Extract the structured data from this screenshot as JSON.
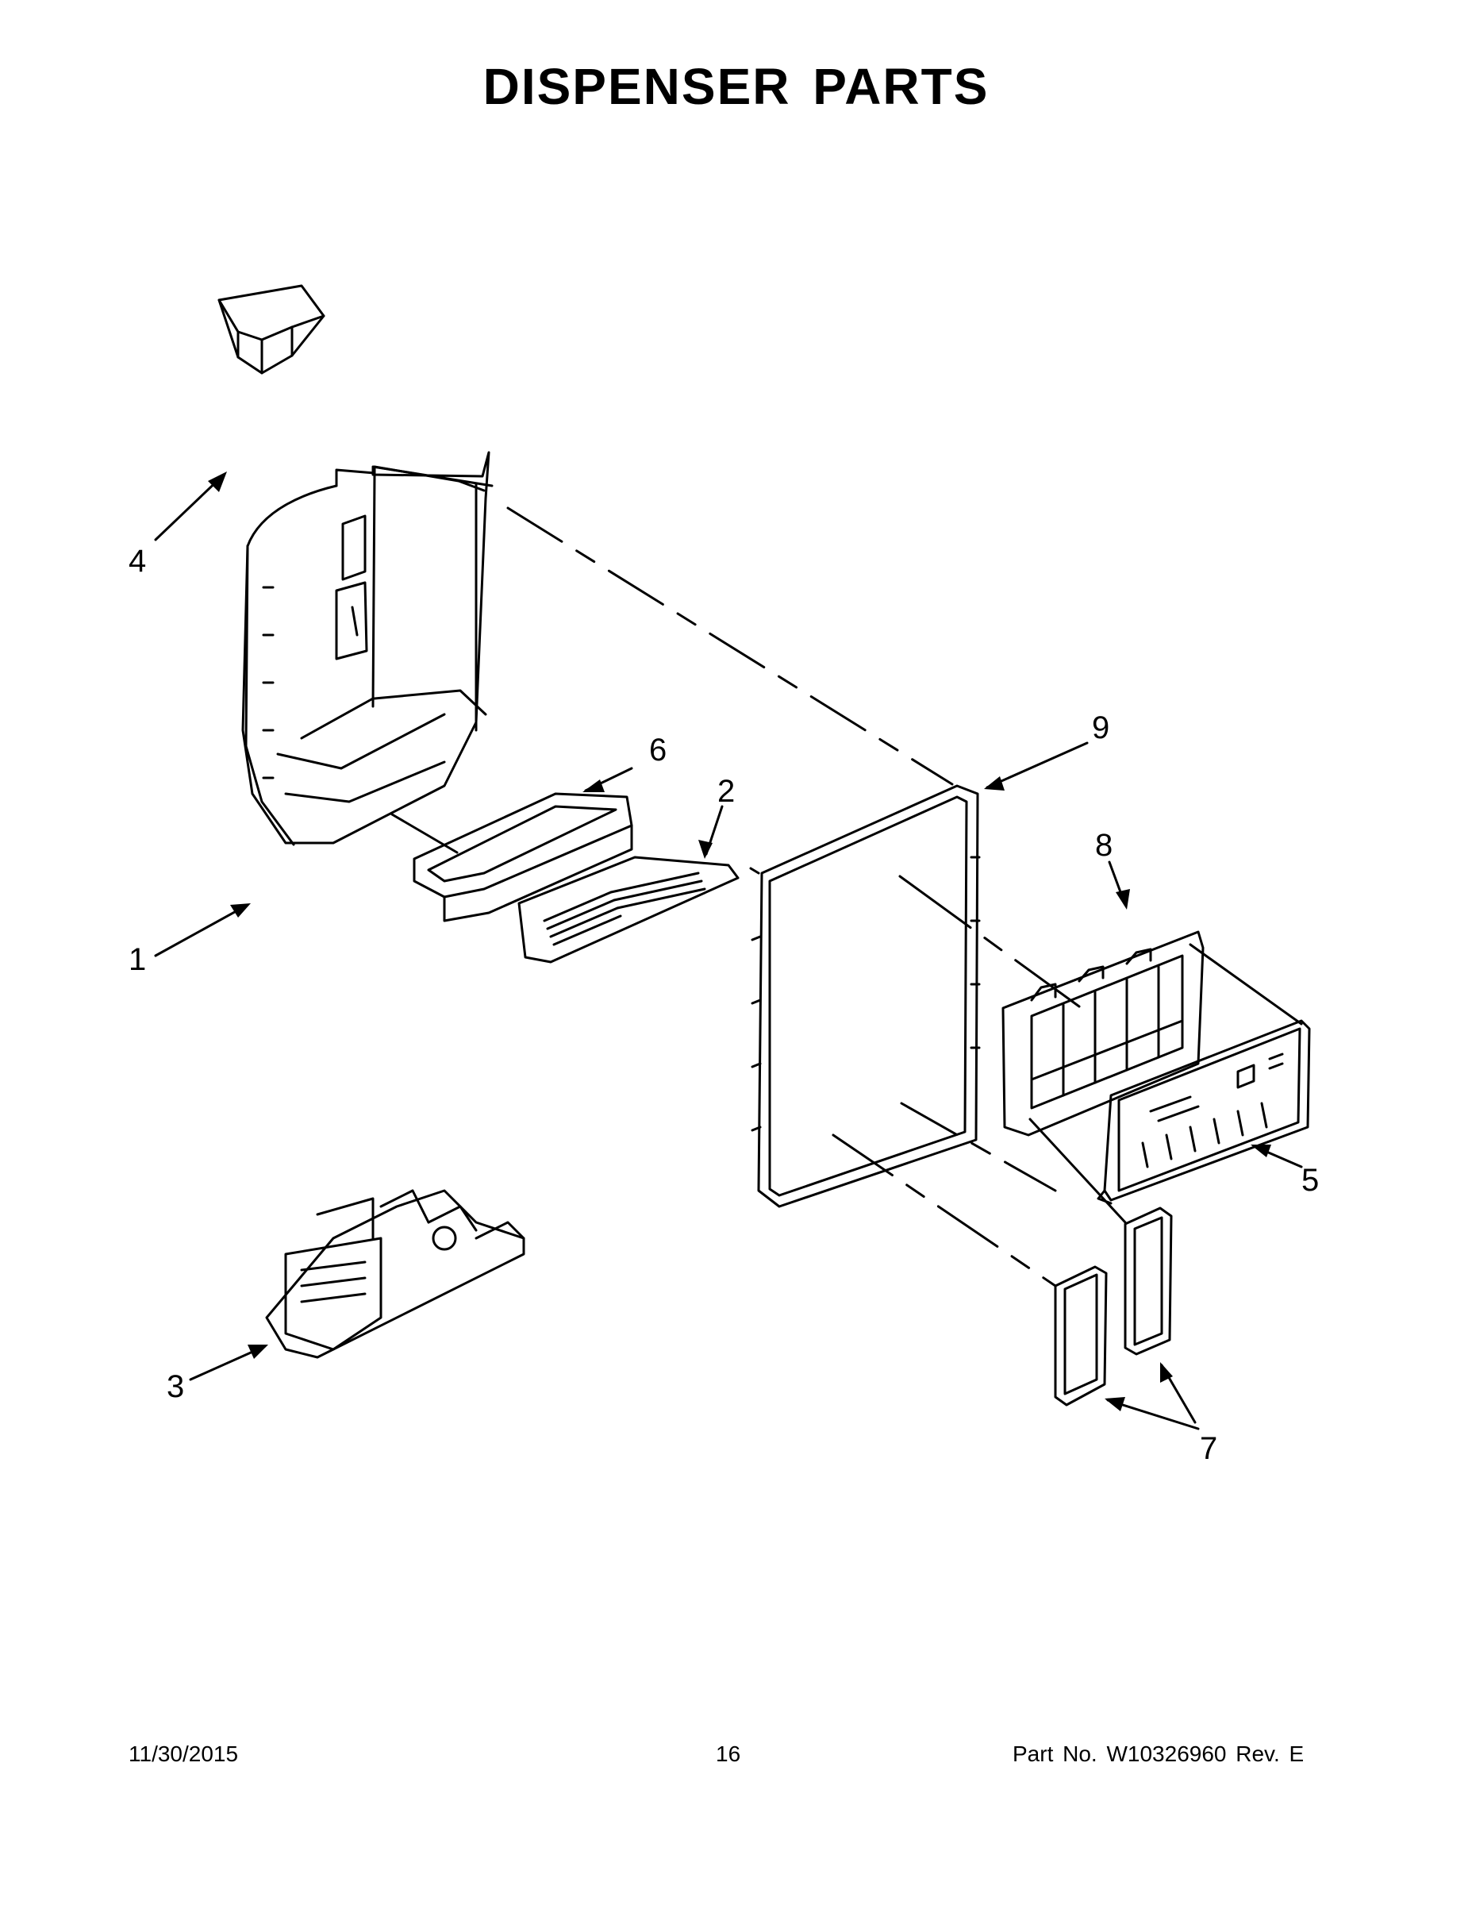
{
  "title": "DISPENSER PARTS",
  "callouts": [
    "1",
    "2",
    "3",
    "4",
    "5",
    "6",
    "7",
    "8",
    "9"
  ],
  "footer": {
    "date": "11/30/2015",
    "page": "16",
    "part_number": "Part No.  W10326960  Rev.  E"
  }
}
